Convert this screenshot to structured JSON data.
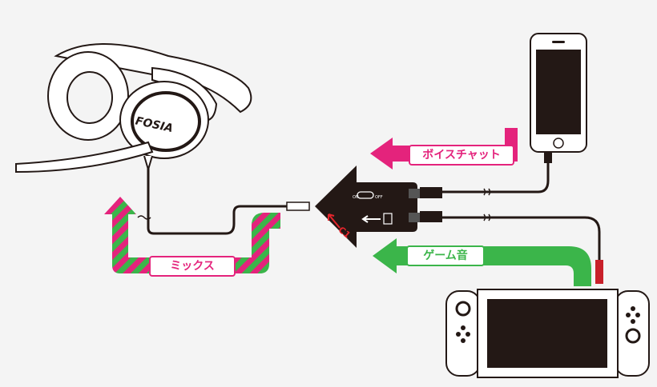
{
  "labels": {
    "voice_chat": "ボイスチャット",
    "game_audio": "ゲーム音",
    "mix": "ミックス"
  },
  "headset_logo": "FOSIA",
  "adapter": {
    "switch_on": "ON",
    "switch_off": "OFF",
    "mic_mark": "C1"
  },
  "colors": {
    "voice_chat": "#e4237c",
    "game_audio": "#3bb54a",
    "mix_stripe_a": "#e4237c",
    "mix_stripe_b": "#3bb54a",
    "adapter": "#231815"
  }
}
